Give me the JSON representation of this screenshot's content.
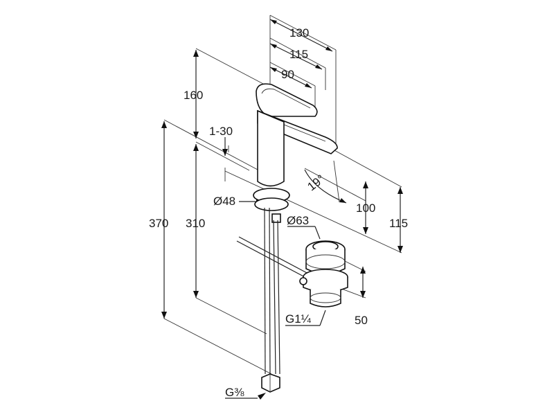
{
  "dimensions": {
    "d130": "130",
    "d115_top": "115",
    "d90": "90",
    "d160": "160",
    "d1_30": "1-30",
    "d370": "370",
    "d310": "310",
    "d_o48": "Ø48",
    "d_o63": "Ø63",
    "angle": "19°",
    "d100": "100",
    "d115_right": "115",
    "d50": "50",
    "g114": "G1¼",
    "g38": "G⅜"
  }
}
